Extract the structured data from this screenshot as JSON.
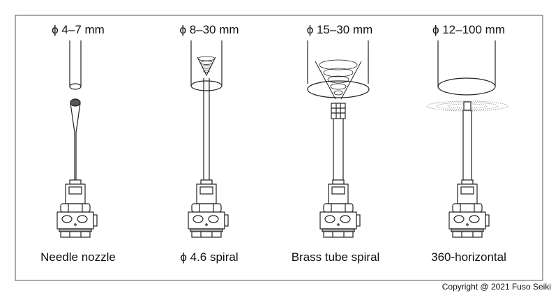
{
  "columns": [
    {
      "range": "ϕ 4–7 mm",
      "name": "Needle nozzle"
    },
    {
      "range": "ϕ 8–30 mm",
      "name": "ϕ 4.6 spiral"
    },
    {
      "range": "ϕ 15–30 mm",
      "name": "Brass tube spiral"
    },
    {
      "range": "ϕ 12–100 mm",
      "name": "360-horizontal"
    }
  ],
  "copyright": "Copyright @ 2021 Fuso Seiki"
}
